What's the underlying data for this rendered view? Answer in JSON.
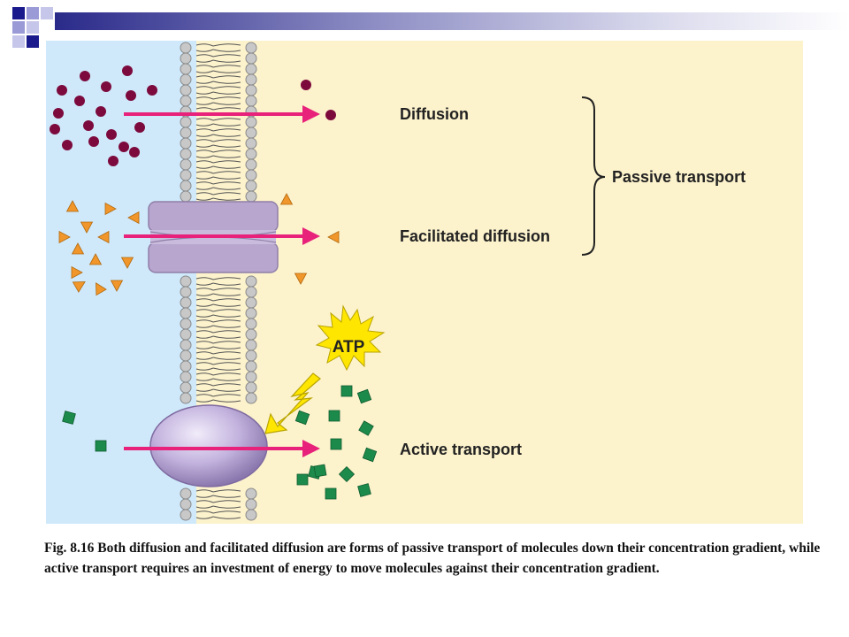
{
  "slide": {
    "accent_dark": "#1a1a8c",
    "accent_light": "#9a9ad6"
  },
  "figure": {
    "colors": {
      "outside_bg": "#cfe9fb",
      "inside_bg": "#fcf2cc",
      "phospholipid_head": "#c8c8c8",
      "channel_protein": "#b8a6cf",
      "carrier_protein": "#c3b3de",
      "arrow": "#e8217a",
      "small_molecule": "#7c0a3c",
      "solute_triangle": "#f0962a",
      "transported_square": "#1c8a4a",
      "atp_burst": "#ffe600"
    },
    "labels": {
      "diffusion": "Diffusion",
      "facilitated_diffusion": "Facilitated diffusion",
      "active_transport": "Active transport",
      "passive_transport": "Passive transport",
      "atp": "ATP"
    }
  },
  "caption": {
    "text": "Fig. 8.16  Both diffusion and facilitated diffusion are forms of passive transport of molecules down their concentration gradient, while active transport requires an investment of energy to move molecules against their concentration gradient."
  }
}
